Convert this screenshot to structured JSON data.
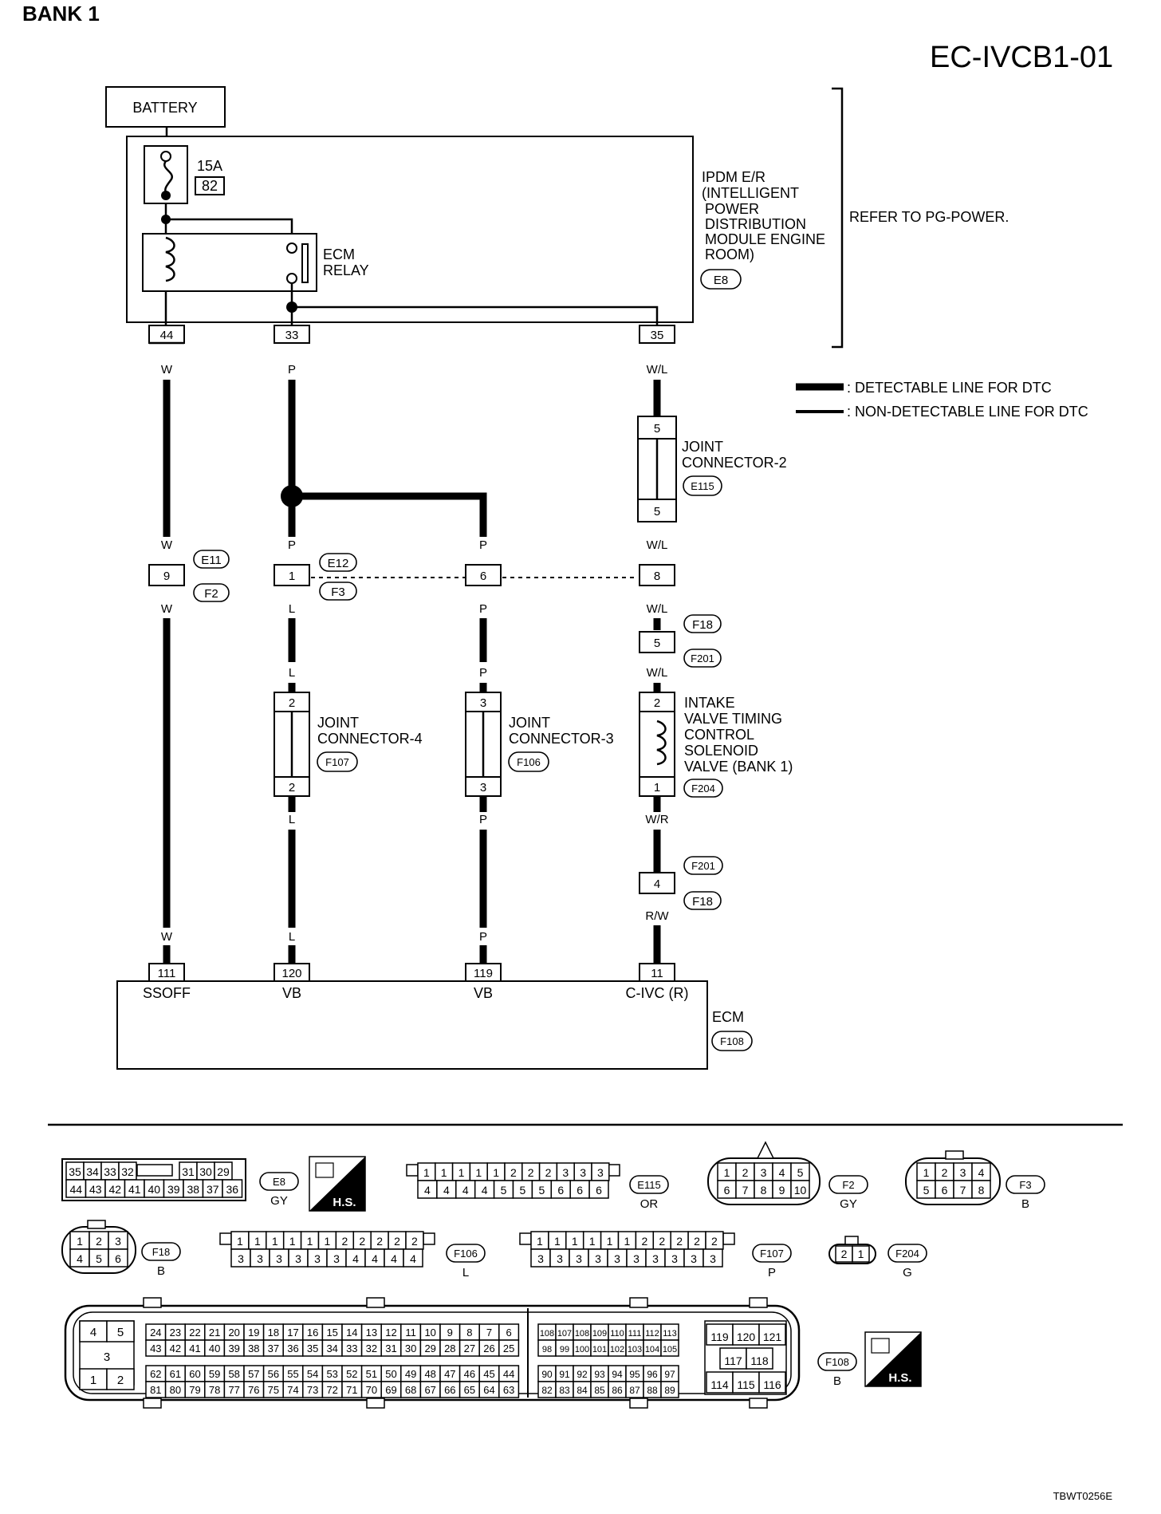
{
  "header": {
    "bank": "BANK 1",
    "code": "EC-IVCB1-01",
    "footer_code": "TBWT0256E"
  },
  "battery": "BATTERY",
  "fuse": {
    "amp": "15A",
    "num": "82"
  },
  "ecm_relay": [
    "ECM",
    "RELAY"
  ],
  "ipdm": {
    "lines": [
      "IPDM E/R",
      "(INTELLIGENT",
      "POWER",
      "DISTRIBUTION",
      "MODULE ENGINE",
      "ROOM)"
    ],
    "conn": "E8",
    "refer": "REFER TO PG-POWER."
  },
  "ipdm_terminals": [
    "44",
    "33",
    "35"
  ],
  "legend": {
    "detectable": ": DETECTABLE LINE FOR DTC",
    "non_detectable": ": NON-DETECTABLE LINE FOR DTC"
  },
  "wires": {
    "w": "W",
    "p": "P",
    "wl": "W/L",
    "l": "L",
    "wr": "W/R",
    "rw": "R/W"
  },
  "joint2": {
    "lines": [
      "JOINT",
      "CONNECTOR-2"
    ],
    "conn": "E115",
    "pin": "5"
  },
  "harness_conns": {
    "e11": "E11",
    "f2": "F2",
    "e12": "E12",
    "f3": "F3",
    "pin9": "9",
    "pin1": "1",
    "pin6": "6",
    "pin8": "8"
  },
  "f18_f201_top": {
    "c1": "F18",
    "c2": "F201",
    "pin": "5"
  },
  "joint4": {
    "lines": [
      "JOINT",
      "CONNECTOR-4"
    ],
    "conn": "F107",
    "pin": "2"
  },
  "joint3": {
    "lines": [
      "JOINT",
      "CONNECTOR-3"
    ],
    "conn": "F106",
    "pin": "3"
  },
  "solenoid": {
    "lines": [
      "INTAKE",
      "VALVE TIMING",
      "CONTROL",
      "SOLENOID",
      "VALVE (BANK 1)"
    ],
    "conn": "F204",
    "pin_top": "2",
    "pin_bot": "1"
  },
  "f201_f18_bottom": {
    "c1": "F201",
    "c2": "F18",
    "pin": "4"
  },
  "ecm": {
    "terminals": [
      "111",
      "120",
      "119",
      "11"
    ],
    "labels": [
      "SSOFF",
      "VB",
      "VB",
      "C-IVC (R)"
    ],
    "name": "ECM",
    "conn": "F108"
  },
  "connector_views": {
    "e8": {
      "top": [
        "35",
        "34",
        "33",
        "32",
        "31",
        "30",
        "29"
      ],
      "bottom": [
        "44",
        "43",
        "42",
        "41",
        "40",
        "39",
        "38",
        "37",
        "36"
      ],
      "id": "E8",
      "color": "GY"
    },
    "hs": "H.S.",
    "e115": {
      "top": [
        "1",
        "1",
        "1",
        "1",
        "1",
        "2",
        "2",
        "2",
        "3",
        "3",
        "3"
      ],
      "bottom": [
        "4",
        "4",
        "4",
        "4",
        "5",
        "5",
        "5",
        "6",
        "6",
        "6"
      ],
      "id": "E115",
      "color": "OR"
    },
    "f2": {
      "top": [
        "1",
        "2",
        "3",
        "4",
        "5"
      ],
      "bottom": [
        "6",
        "7",
        "8",
        "9",
        "10"
      ],
      "id": "F2",
      "color": "GY"
    },
    "f3": {
      "top": [
        "1",
        "2",
        "3",
        "4"
      ],
      "bottom": [
        "5",
        "6",
        "7",
        "8"
      ],
      "id": "F3",
      "color": "B"
    },
    "f18": {
      "top": [
        "1",
        "2",
        "3"
      ],
      "bottom": [
        "4",
        "5",
        "6"
      ],
      "id": "F18",
      "color": "B"
    },
    "f106": {
      "top": [
        "1",
        "1",
        "1",
        "1",
        "1",
        "1",
        "2",
        "2",
        "2",
        "2",
        "2"
      ],
      "bottom": [
        "3",
        "3",
        "3",
        "3",
        "3",
        "3",
        "4",
        "4",
        "4",
        "4"
      ],
      "id": "F106",
      "color": "L"
    },
    "f107": {
      "top": [
        "1",
        "1",
        "1",
        "1",
        "1",
        "1",
        "2",
        "2",
        "2",
        "2",
        "2"
      ],
      "bottom": [
        "3",
        "3",
        "3",
        "3",
        "3",
        "3",
        "3",
        "3",
        "3",
        "3"
      ],
      "id": "F107",
      "color": "P"
    },
    "f204": {
      "pins": [
        "2",
        "1"
      ],
      "id": "F204",
      "color": "G"
    },
    "f108": {
      "left_block": [
        "4",
        "5",
        "3",
        "1",
        "2"
      ],
      "row1": [
        "24",
        "23",
        "22",
        "21",
        "20",
        "19",
        "18",
        "17",
        "16",
        "15",
        "14",
        "13",
        "12",
        "11",
        "10",
        "9",
        "8",
        "7",
        "6"
      ],
      "row2": [
        "43",
        "42",
        "41",
        "40",
        "39",
        "38",
        "37",
        "36",
        "35",
        "34",
        "33",
        "32",
        "31",
        "30",
        "29",
        "28",
        "27",
        "26",
        "25"
      ],
      "row3": [
        "62",
        "61",
        "60",
        "59",
        "58",
        "57",
        "56",
        "55",
        "54",
        "53",
        "52",
        "51",
        "50",
        "49",
        "48",
        "47",
        "46",
        "45",
        "44"
      ],
      "row4": [
        "81",
        "80",
        "79",
        "78",
        "77",
        "76",
        "75",
        "74",
        "73",
        "72",
        "71",
        "70",
        "69",
        "68",
        "67",
        "66",
        "65",
        "64",
        "63"
      ],
      "mid_row1": [
        "108",
        "107",
        "108",
        "109",
        "110",
        "111",
        "112",
        "113"
      ],
      "mid_row2": [
        "98",
        "99",
        "100",
        "101",
        "102",
        "103",
        "104",
        "105"
      ],
      "mid_row3": [
        "90",
        "91",
        "92",
        "93",
        "94",
        "95",
        "96",
        "97"
      ],
      "mid_row4": [
        "82",
        "83",
        "84",
        "85",
        "86",
        "87",
        "88",
        "89"
      ],
      "right_block": [
        "119",
        "120",
        "121",
        "117",
        "118",
        "114",
        "115",
        "116"
      ],
      "id": "F108",
      "color": "B"
    }
  }
}
